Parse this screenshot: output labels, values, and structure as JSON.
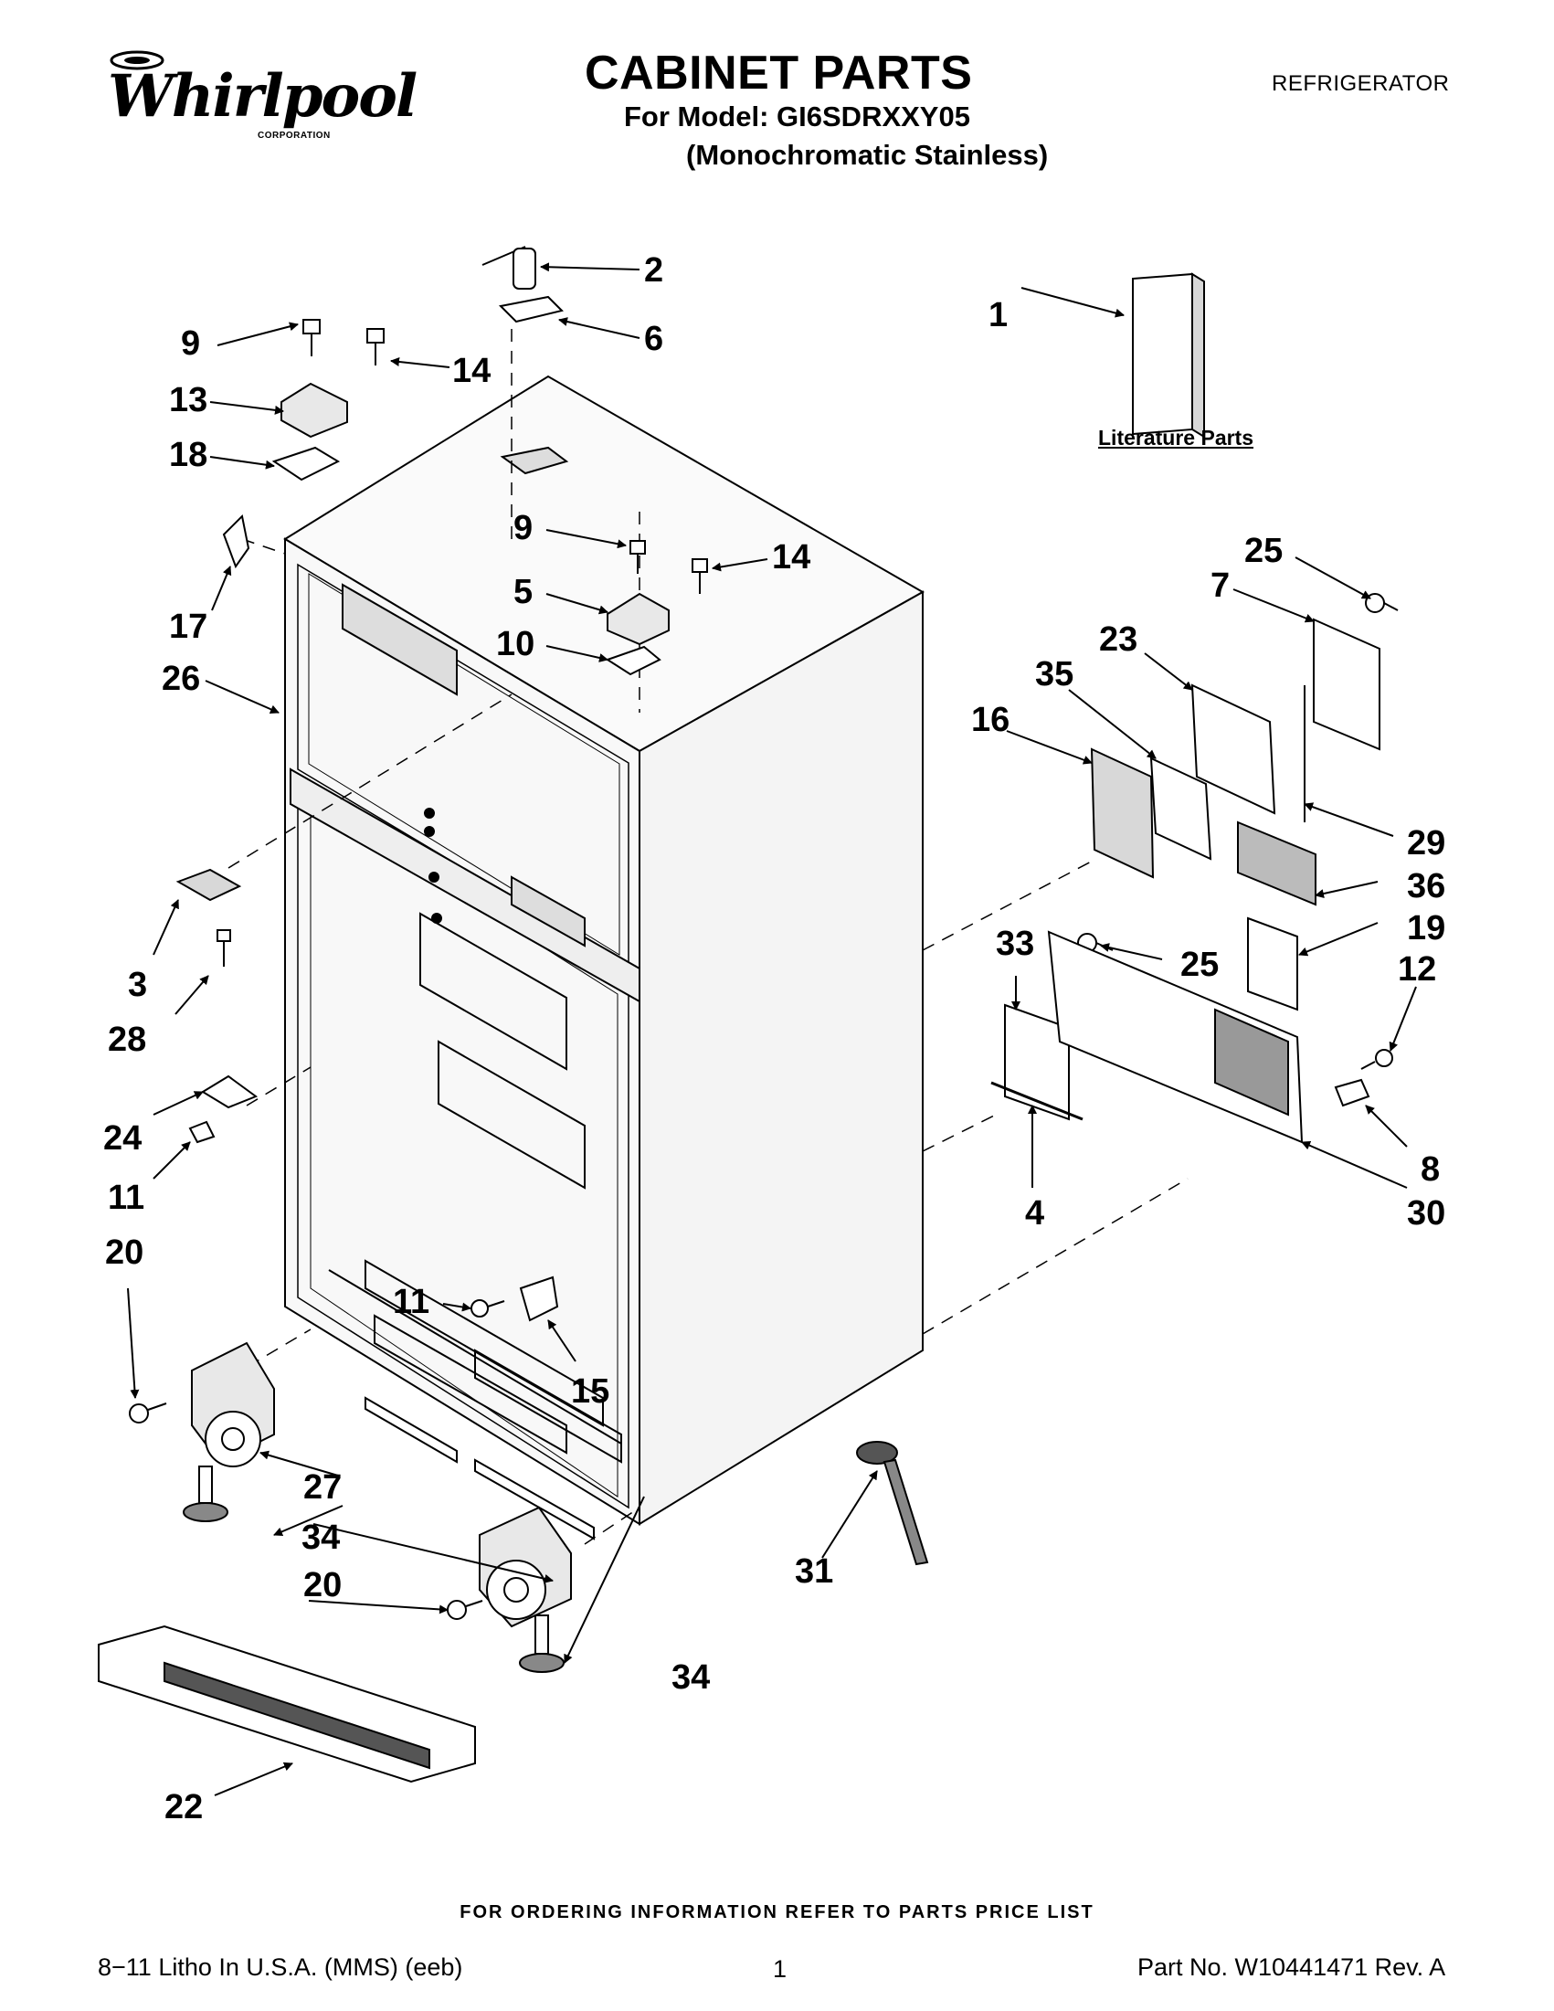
{
  "header": {
    "brand_word": "Whirlpool",
    "brand_corporation": "CORPORATION",
    "title": "CABINET PARTS",
    "model_line": "For Model: GI6SDRXXY05",
    "variant_line": "(Monochromatic Stainless)",
    "category": "REFRIGERATOR"
  },
  "literature_label": "Literature Parts",
  "callouts": [
    "1",
    "2",
    "6",
    "9",
    "14",
    "13",
    "18",
    "17",
    "26",
    "9",
    "14",
    "5",
    "10",
    "3",
    "28",
    "24",
    "11",
    "20",
    "11",
    "15",
    "27",
    "34",
    "20",
    "34",
    "22",
    "31",
    "25",
    "7",
    "23",
    "35",
    "16",
    "29",
    "36",
    "25",
    "19",
    "12",
    "33",
    "8",
    "4",
    "30"
  ],
  "footer": {
    "ordering_note": "FOR ORDERING INFORMATION REFER TO PARTS PRICE LIST",
    "litho": "8−11 Litho In U.S.A. (MMS) (eeb)",
    "page": "1",
    "part_no": "Part No. W10441471 Rev. A"
  }
}
